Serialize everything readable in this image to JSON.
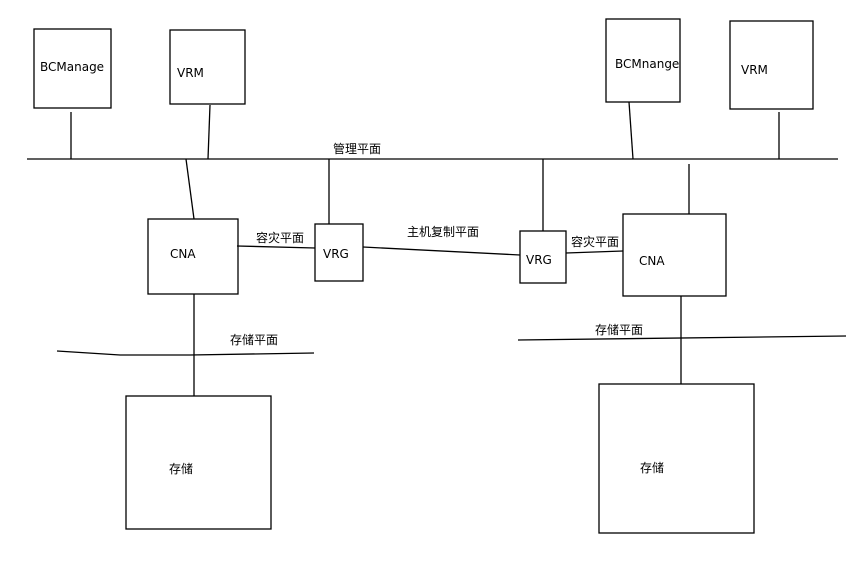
{
  "boxes": {
    "bcmanage_left": "BCManage",
    "vrm_left": "VRM",
    "bcmnange_right": "BCMnange",
    "vrm_right": "VRM",
    "cna_left": "CNA",
    "vrg_left": "VRG",
    "vrg_right": "VRG",
    "cna_right": "CNA",
    "storage_left": "存储",
    "storage_right": "存储"
  },
  "planes": {
    "management": "管理平面",
    "disaster_left": "容灾平面",
    "host_replication": "主机复制平面",
    "disaster_right": "容灾平面",
    "storage_left": "存储平面",
    "storage_right": "存储平面"
  },
  "colors": {
    "line": "#000000",
    "background": "#ffffff"
  }
}
